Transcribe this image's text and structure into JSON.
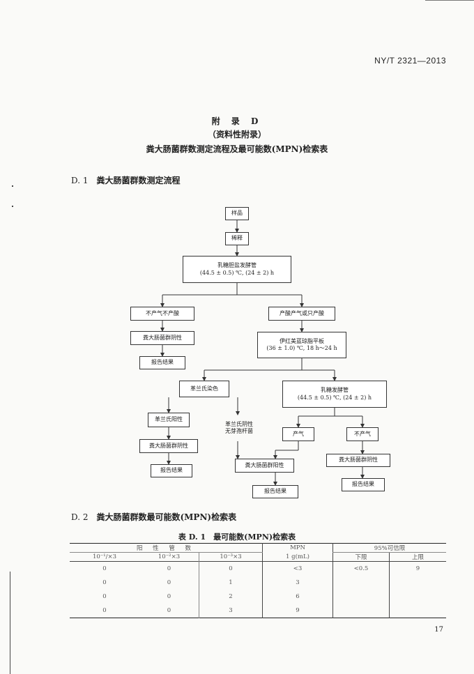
{
  "header": {
    "standard": "NY/T 2321—2013"
  },
  "appendix": {
    "label": "附 录 D",
    "type": "（资料性附录）",
    "title": "粪大肠菌群数测定流程及最可能数(MPN)检索表"
  },
  "section1": {
    "number": "D. 1",
    "title": "粪大肠菌群数测定流程"
  },
  "flow": {
    "sample": "样品",
    "dilute": "稀释",
    "lactose_bile": [
      "乳糖胆盐发酵管",
      "(44.5 ± 0.5) ℃, (24 ± 2) h"
    ],
    "no_gas_no_acid": "不产气不产酸",
    "acid_or_gas": "产酸产气或只产酸",
    "negative_1": "粪大肠菌群阴性",
    "report_1": "报告结果",
    "emb_plate": [
      "伊红美蓝琼脂平板",
      "(36 ± 1.0) ℃, 18 h～24 h"
    ],
    "gram_stain": "革兰氏染色",
    "lactose_ferm": [
      "乳糖发酵管",
      "(44.5 ± 0.5) ℃, (24 ± 2) h"
    ],
    "gram_positive": "革兰氏阳性",
    "gram_negative": [
      "革兰氏阴性",
      "无芽孢杆菌"
    ],
    "gas": "产气",
    "no_gas": "不产气",
    "negative_2": "粪大肠菌群阴性",
    "report_2": "报告结果",
    "positive": "粪大肠菌群阳性",
    "report_3": "报告结果",
    "negative_3": "粪大肠菌群阴性",
    "report_4": "报告结果"
  },
  "section2": {
    "number": "D. 2",
    "title": "粪大肠菌群数最可能数(MPN)检索表"
  },
  "table": {
    "caption": "表 D. 1　最可能数(MPN)检索表",
    "header_positive": "阳 性 管 数",
    "header_mpn": "MPN",
    "header_ci": "95%可信限",
    "col1": "10⁻¹/×3",
    "col2": "10⁻²×3",
    "col3": "10⁻³×3",
    "unit": "1 g(mL)",
    "lower": "下限",
    "upper": "上限",
    "rows": [
      [
        "0",
        "0",
        "0",
        "<3",
        "<0.5",
        "9"
      ],
      [
        "0",
        "0",
        "1",
        "3",
        "",
        ""
      ],
      [
        "0",
        "0",
        "2",
        "6",
        "",
        ""
      ],
      [
        "0",
        "0",
        "3",
        "9",
        "",
        ""
      ]
    ]
  },
  "page_number": "17"
}
